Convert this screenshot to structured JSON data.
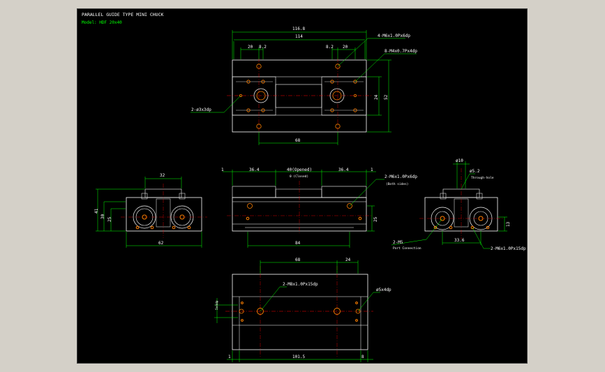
{
  "title": {
    "line1": "PARALLEL GUIDE TYPE MINI CHUCK",
    "line2": "Model: HDF 20x40"
  },
  "top_view": {
    "dims": {
      "overall": "116.8",
      "inner": "114",
      "left_20": "20",
      "left_8_2": "8.2",
      "right_8_2": "8.2",
      "right_20": "20",
      "bottom": "68",
      "side_24": "24",
      "side_52": "52"
    },
    "callouts": {
      "holes_m6": "4-M6x1.0Px6dp",
      "holes_m4": "8-M4x0.7Px4dp",
      "pins": "2-ø3x3dp"
    }
  },
  "front_view": {
    "dims": {
      "left_1": "1",
      "d_36_4_left": "36.4",
      "d_40_opened": "40(Opened)",
      "d_0_closed": "0 (Closed)",
      "d_36_4_right": "36.4",
      "right_1": "1",
      "d_84": "84",
      "d_25": "25"
    },
    "callouts": {
      "m6": "2-M6x1.0Px6dp",
      "both_sides": "(Both sides)"
    }
  },
  "left_view": {
    "dims": {
      "w32": "32",
      "h41": "41",
      "h30": "30",
      "h25": "25",
      "w62": "62"
    }
  },
  "right_view": {
    "dims": {
      "d10": "ø10",
      "d5_2": "ø5.2",
      "through_hole": "Through-hole",
      "d13": "13",
      "d33_6": "33.6"
    },
    "callouts": {
      "m5": "2-M5",
      "port": "Port Connection",
      "m6": "2-M6x1.0Px15dp"
    }
  },
  "bottom_view": {
    "dims": {
      "d68": "68",
      "d24": "24",
      "d101_5": "101.5",
      "left_1": "1",
      "right_8": "8",
      "side": "5x4dp"
    },
    "callouts": {
      "m8": "2-M8x1.0Px15dp",
      "pin": "ø5x4dp"
    }
  },
  "colors": {
    "background": "#000000",
    "outline": "#ffffff",
    "dimension": "#00ff00",
    "center_line": "#ff0000",
    "hole": "#ff8000",
    "window_frame": "#d4d0c8"
  }
}
